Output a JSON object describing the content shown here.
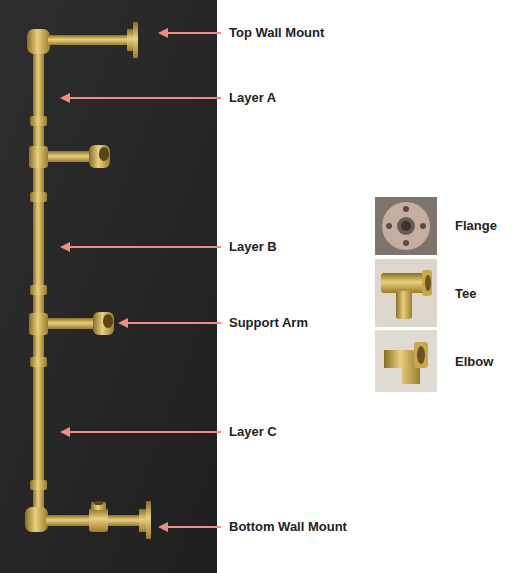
{
  "diagram": {
    "labels": [
      "Top Wall Mount",
      "Layer A",
      "Layer B",
      "Support Arm",
      "Layer C",
      "Bottom Wall Mount",
      "Flange",
      "Tee",
      "Elbow"
    ]
  }
}
